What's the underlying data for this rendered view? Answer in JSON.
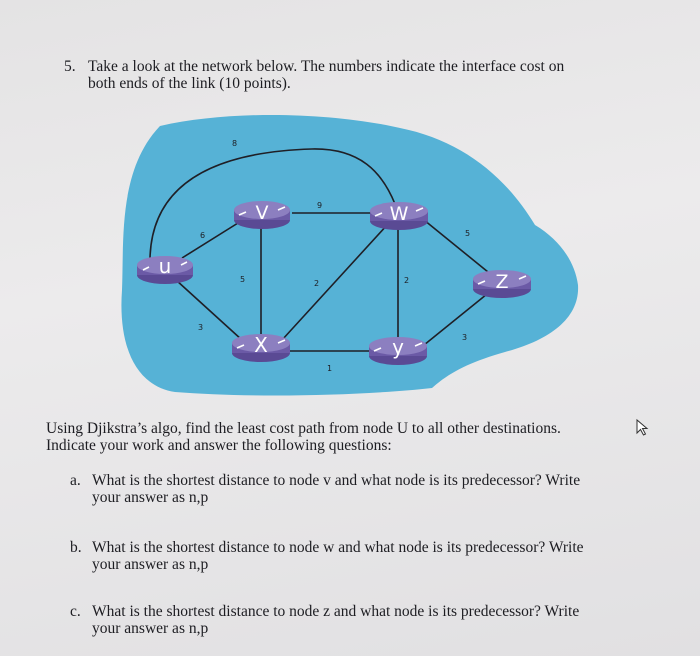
{
  "question": {
    "number": "5.",
    "line1": "Take a look at the network below.  The numbers indicate the interface cost on",
    "line2": "both ends of the link (10 points)."
  },
  "diagram": {
    "nodes": [
      {
        "id": "u",
        "label": "u"
      },
      {
        "id": "v",
        "label": "V"
      },
      {
        "id": "w",
        "label": "W"
      },
      {
        "id": "x",
        "label": "X"
      },
      {
        "id": "y",
        "label": "y"
      },
      {
        "id": "z",
        "label": "Z"
      }
    ],
    "links": [
      {
        "from": "u",
        "to": "w",
        "cost": "8"
      },
      {
        "from": "u",
        "to": "v",
        "cost": "6"
      },
      {
        "from": "u",
        "to": "x",
        "cost": "3"
      },
      {
        "from": "v",
        "to": "w",
        "cost": "9"
      },
      {
        "from": "v",
        "to": "x",
        "cost": "5"
      },
      {
        "from": "x",
        "to": "w",
        "cost": "2"
      },
      {
        "from": "w",
        "to": "y",
        "cost": "2"
      },
      {
        "from": "x",
        "to": "y",
        "cost": "1"
      },
      {
        "from": "w",
        "to": "z",
        "cost": "5"
      },
      {
        "from": "y",
        "to": "z",
        "cost": "3"
      }
    ],
    "colors": {
      "background_blob": "#56b2d6",
      "router": "#6b5aa6",
      "router_top": "#8c7fc0",
      "link": "#1f1f26"
    }
  },
  "intro": {
    "line1": "Using Djikstra’s algo, find the least cost path from node U to all other destinations.",
    "line2": "Indicate your work and answer the following questions:"
  },
  "subquestions": [
    {
      "letter": "a.",
      "line1": "What is the shortest distance to node v and what node is its predecessor? Write",
      "line2": "your answer as n,p"
    },
    {
      "letter": "b.",
      "line1": "What is the shortest distance to node w and what node is its predecessor? Write",
      "line2": "your answer as n,p"
    },
    {
      "letter": "c.",
      "line1": "What is the shortest distance to node z and what node is its predecessor? Write",
      "line2": "your answer as n,p"
    }
  ],
  "cursor_icon": "mouse-pointer-icon"
}
